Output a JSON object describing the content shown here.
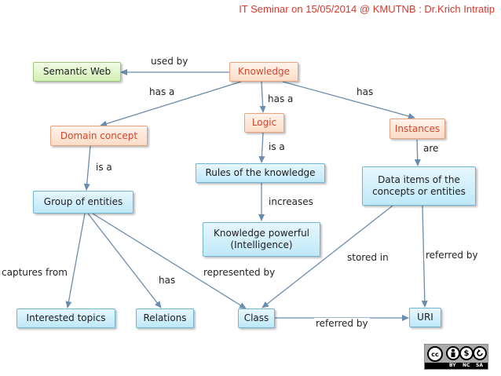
{
  "header": {
    "title": "IT Seminar on 15/05/2014 @ KMUTNB : Dr.Krich Intratip"
  },
  "nodes": {
    "semantic_web": "Semantic Web",
    "knowledge": "Knowledge",
    "domain_concept": "Domain concept",
    "logic": "Logic",
    "instances": "Instances",
    "group_of_entities": "Group of entities",
    "rules": "Rules of the knowledge",
    "data_items": "Data items of the concepts or entities",
    "knowledge_powerful": "Knowledge powerful (Intelligence)",
    "interested_topics": "Interested topics",
    "relations": "Relations",
    "class": "Class",
    "uri": "URI"
  },
  "edges": {
    "used_by": "used by",
    "has_a_left": "has a",
    "has_a_center": "has a",
    "has_right": "has",
    "is_a_left": "is a",
    "is_a_center": "is a",
    "are": "are",
    "increases": "increases",
    "captures_from": "captures from",
    "has_relations": "has",
    "represented_by": "represented by",
    "stored_in": "stored in",
    "referred_by_right": "referred by",
    "referred_by_bottom": "referred by"
  },
  "license": {
    "cc": "cc",
    "by": "BY",
    "nc": "NC",
    "sa": "SA"
  },
  "colors": {
    "green_node": "#d3f0b5",
    "orange_node": "#fcdcc7",
    "blue_node": "#bfe8f8",
    "edge": "#6a8caf",
    "header_text": "#d23a2e"
  }
}
